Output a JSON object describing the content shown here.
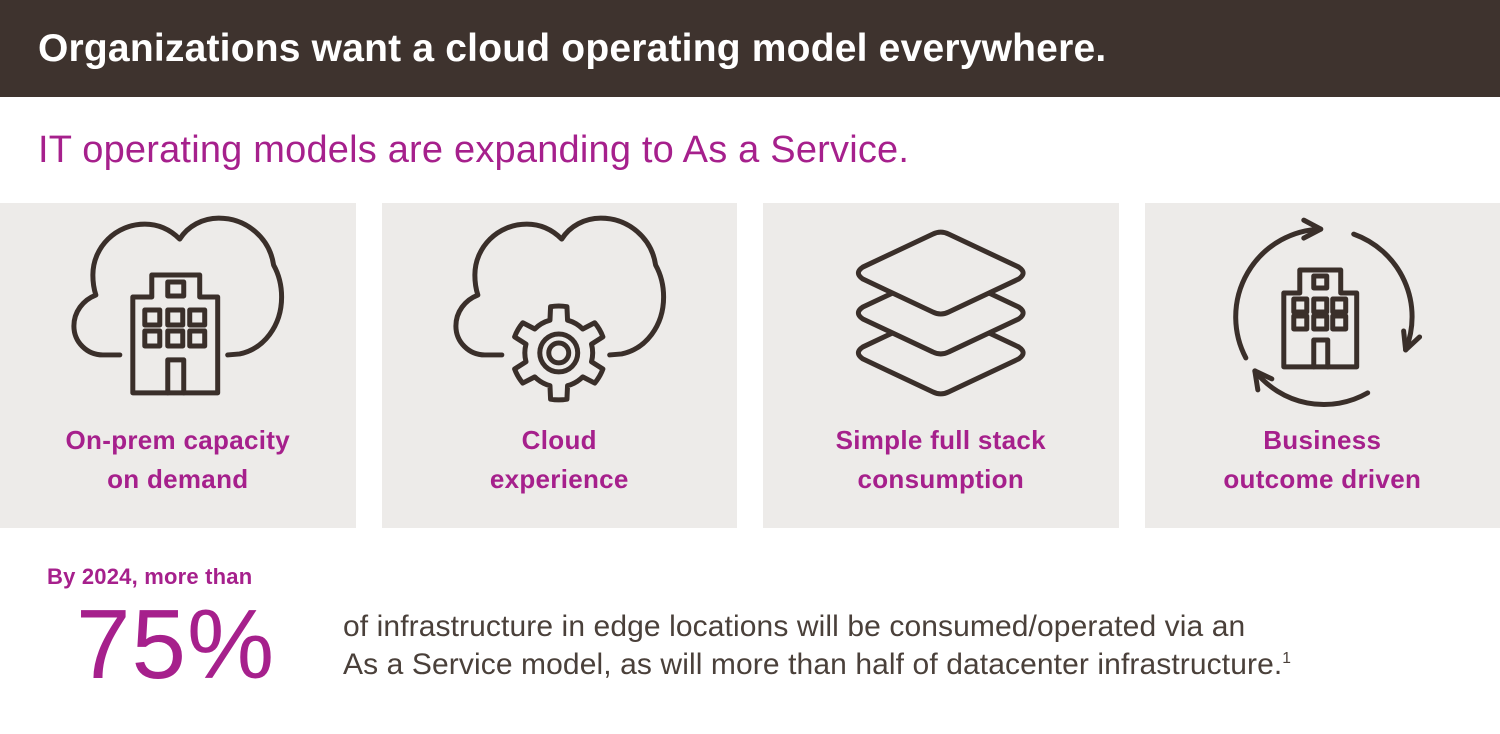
{
  "banner": {
    "title": "Organizations want a cloud operating model everywhere."
  },
  "subtitle": "IT operating models are expanding to As a Service.",
  "cards": [
    {
      "icon": "cloud-building-icon",
      "label_line1": "On-prem capacity",
      "label_line2": "on demand"
    },
    {
      "icon": "cloud-gear-icon",
      "label_line1": "Cloud",
      "label_line2": "experience"
    },
    {
      "icon": "stack-layers-icon",
      "label_line1": "Simple full stack",
      "label_line2": "consumption"
    },
    {
      "icon": "cycle-building-icon",
      "label_line1": "Business",
      "label_line2": "outcome driven"
    }
  ],
  "stat": {
    "lead": "By 2024, more than",
    "value": "75%",
    "description_line1": "of infrastructure in edge locations will be consumed/operated via an",
    "description_line2": "As a Service model, as will more than half of datacenter infrastructure.",
    "footnote_marker": "1"
  },
  "colors": {
    "accent_magenta": "#a6208c",
    "banner_brown": "#3e332e",
    "card_gray": "#edebe9",
    "icon_stroke": "#3a2f2a",
    "body_text": "#4a403a"
  }
}
